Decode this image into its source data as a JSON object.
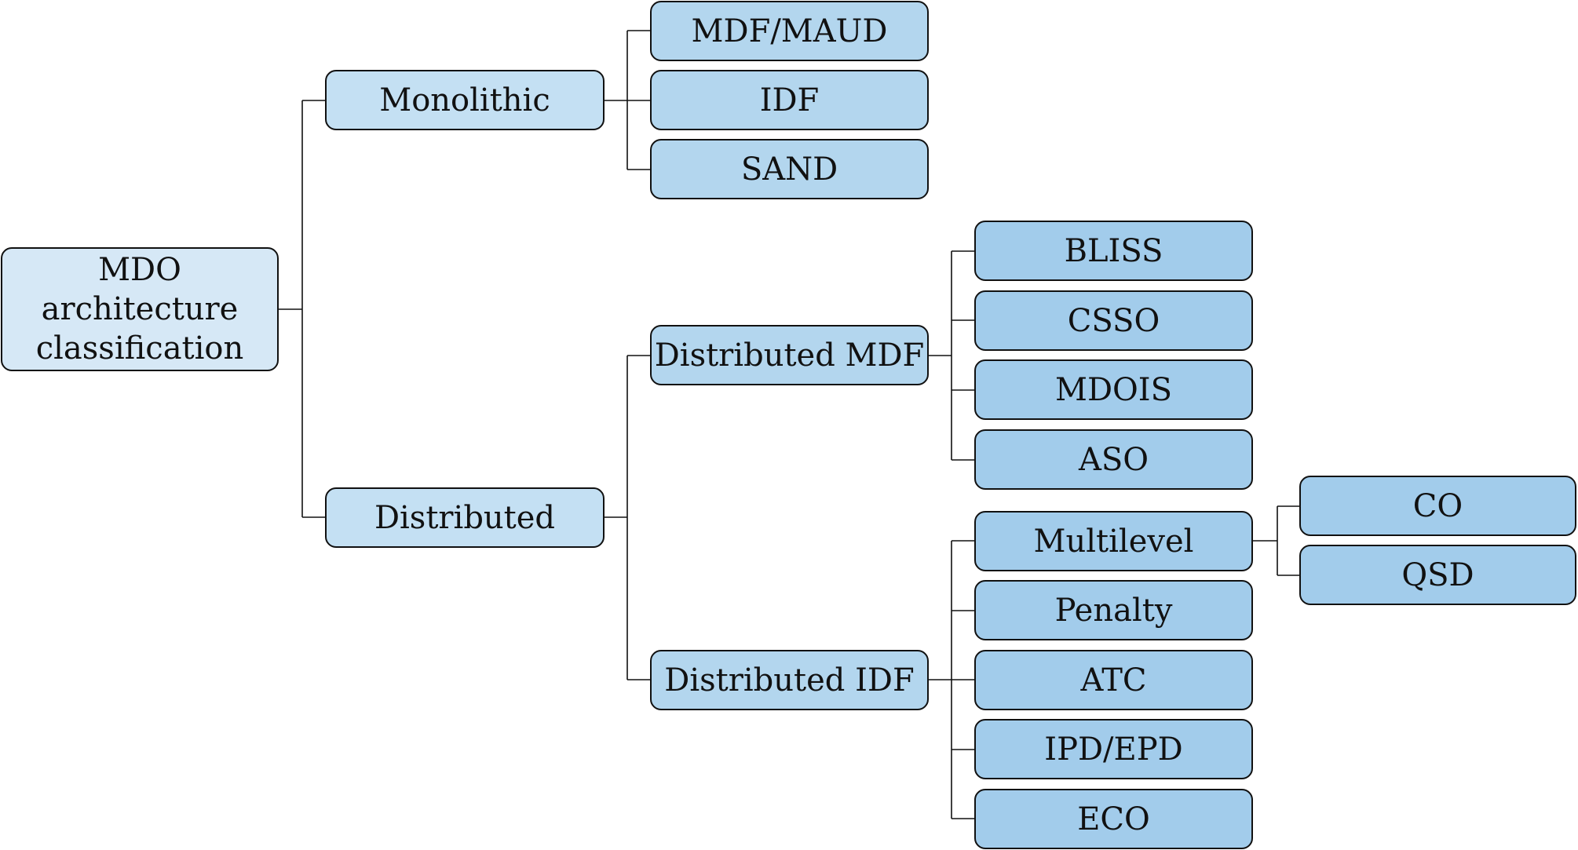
{
  "root": {
    "lines": [
      "MDO",
      "architecture",
      "classification"
    ]
  },
  "monolithic": {
    "label": "Monolithic",
    "children": [
      "MDF/MAUD",
      "IDF",
      "SAND"
    ]
  },
  "distributed": {
    "label": "Distributed",
    "distributed_mdf": {
      "label": "Distributed MDF",
      "children": [
        "BLISS",
        "CSSO",
        "MDOIS",
        "ASO"
      ]
    },
    "distributed_idf": {
      "label": "Distributed IDF",
      "children": [
        "Multilevel",
        "Penalty",
        "ATC",
        "IPD/EPD",
        "ECO"
      ],
      "multilevel_children": [
        "CO",
        "QSD"
      ]
    }
  },
  "colors": {
    "level0_fill": "#d6e8f6",
    "level1_fill": "#c4e0f3",
    "level2_fill": "#b3d6ee",
    "level3_fill": "#a2cceb",
    "border": "#111111",
    "connector": "#111111"
  }
}
